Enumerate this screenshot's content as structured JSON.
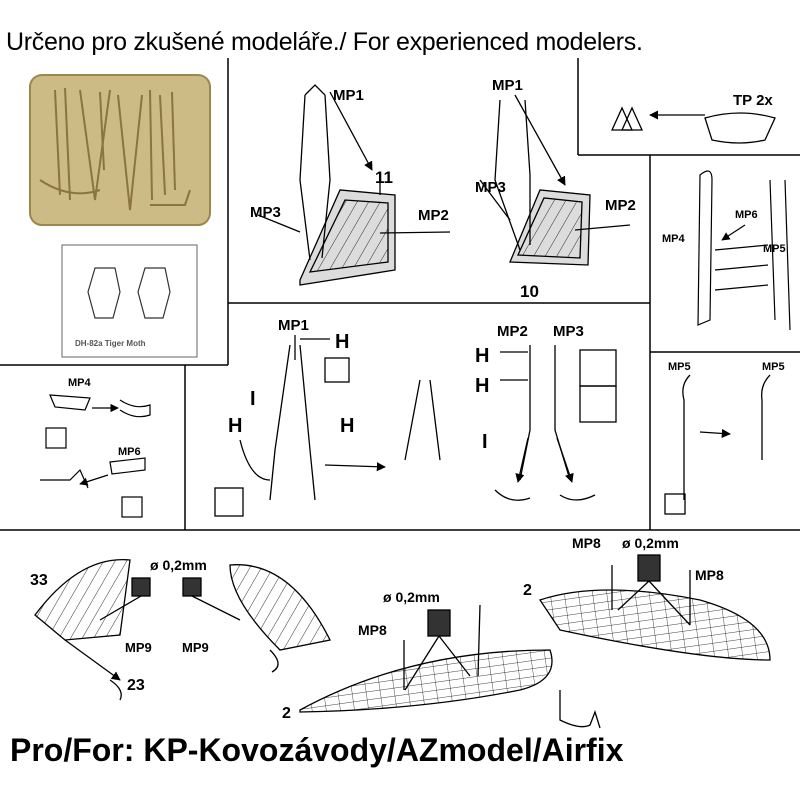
{
  "header": "Určeno pro zkušené modeláře./ For experienced modelers.",
  "footer": "Pro/For: KP-Kovozávody/AZmodel/Airfix",
  "mask_label": "DH-82a Tiger Moth",
  "labels": {
    "mp1": "MP1",
    "mp2": "MP2",
    "mp3": "MP3",
    "mp4": "MP4",
    "mp5": "MP5",
    "mp6": "MP6",
    "mp8": "MP8",
    "mp9": "MP9",
    "tp": "TP 2x",
    "h": "H",
    "i": "I",
    "n2": "2",
    "n10": "10",
    "n11": "11",
    "n23": "23",
    "n33": "33",
    "diam": "ø 0,2mm"
  },
  "colors": {
    "fret": "#cdbb86",
    "fret_dark": "#9c874f",
    "seat_fill": "#dcdcdc",
    "line": "#000000"
  }
}
